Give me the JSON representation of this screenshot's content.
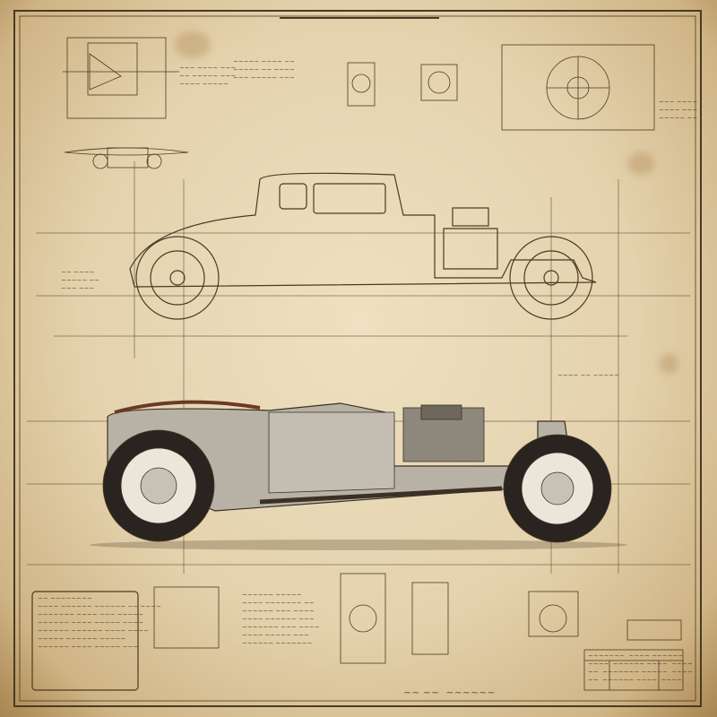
{
  "artwork": {
    "subject": "Vintage hot rod technical blueprint",
    "colors": {
      "paper": "#e8d8b4",
      "ink": "#4a3a22",
      "edge": "#a8844f",
      "metal": "#b8b2a6",
      "tire": "#2a2420"
    }
  },
  "annotations": {
    "top_left": "~~~ ~~~~ ~~~\n~~ ~~~~~ ~~~\n~~~~ ~~~~~",
    "top_center": "~~~~~ ~~~~ ~~\n~~~~~ ~~ ~~~~\n~~~ ~~~~~ ~~~",
    "top_right": "~~~ ~~~~\n~~~~ ~~~\n~~~~~ ~~",
    "side_left": "~~ ~~~~\n~~~~~ ~~\n~~~ ~~~",
    "mid_right": "~~~~ ~~ ~~~~~",
    "spec_block": "~~ ~~~~~~~~\n~~~~ ~~~~~~ ~~~~~~ ~~ ~~~~\n~~~~~~~ ~~~~ ~~~ ~~~~~\n~~~~~~ ~~~~ ~~~~~ ~~~~\n~~~~~~ ~~~~~~ ~~~~ ~~~~\n~~~~~ ~~~~~~ ~~~~~\n~~~~~~ ~~~~ ~~~~~ ~~~",
    "notes_column": "~~~~~~ ~~~~~\n~~~~ ~~~~~~~ ~~\n~~~~~~ ~~~ ~~~~\n~~~~ ~~~~~~ ~~~\n~~~~~~~ ~~~ ~~~~\n~~~~ ~~~~~ ~~~\n~~~~~~ ~~~~~~~",
    "title_block": "~~~~~~~  ~~~~ ~~~~~~\n~~~~  ~~~~~~ ~~~~  ~~~~\n~~  ~~~~~~~ ~~~~~  ~~~~\n~~  ~~~~~~ ~~~~  ~~~~",
    "signature": "~~ ~~  ~~~~~~"
  }
}
